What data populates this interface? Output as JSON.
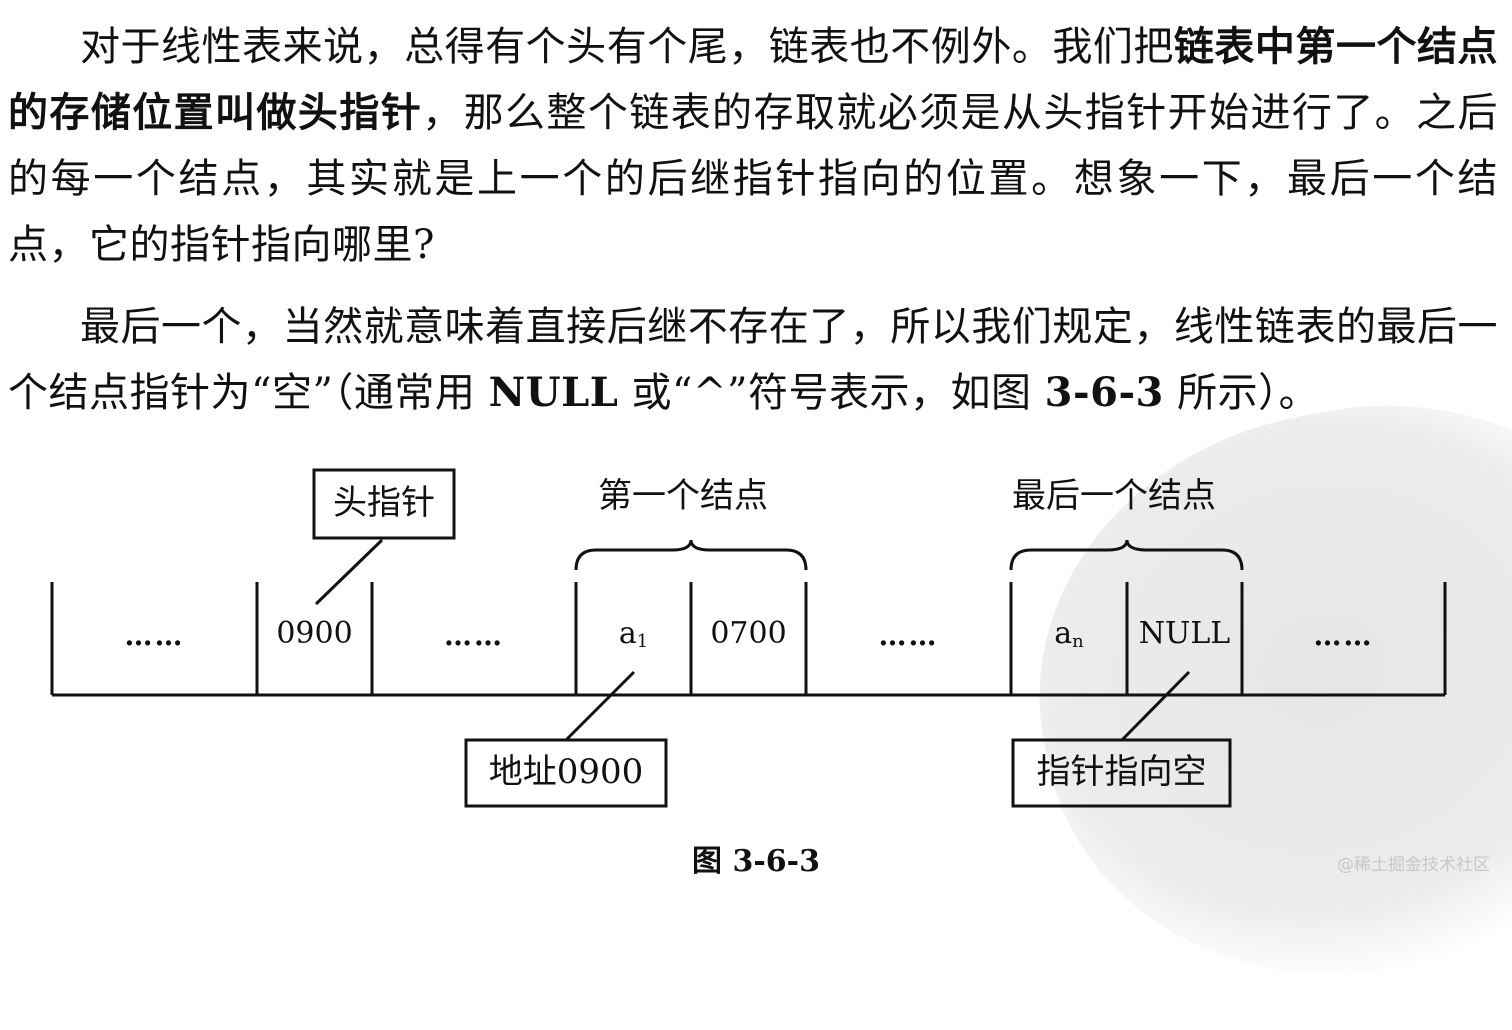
{
  "text": {
    "p1_a": "对于线性表来说，总得有个头有个尾，链表也不例外。我们把",
    "p1_b": "链表中第一个结点的存储位置叫做头指针",
    "p1_c": "，那么整个链表的存取就必须是从头指针开始进行了。之后的每一个结点，其实就是上一个的后继指针指向的位置。想象一下，最后一个结点，它的指针指向哪里?",
    "p2_a": "最后一个，当然就意味着直接后继不存在了，所以我们规定，线性链表的最后一个结点指针为“空”（通常用 ",
    "p2_null": "NULL",
    "p2_b": " 或“^”符号表示，如图 ",
    "p2_fig": "3-6-3",
    "p2_c": " 所示）。"
  },
  "figure": {
    "head_pointer_label": "头指针",
    "first_node_label": "第一个结点",
    "last_node_label": "最后一个结点",
    "cells": {
      "dots_1": "……",
      "head_value": "0900",
      "dots_2": "……",
      "a1_letter": "a",
      "a1_sub": "1",
      "a1_next": "0700",
      "dots_3": "……",
      "an_letter": "a",
      "an_sub": "n",
      "an_next": "NULL",
      "dots_4": "……"
    },
    "address_label": "地址0900",
    "null_pointer_label": "指针指向空",
    "caption": "图 3-6-3"
  },
  "credit": "@稀土掘金技术社区"
}
